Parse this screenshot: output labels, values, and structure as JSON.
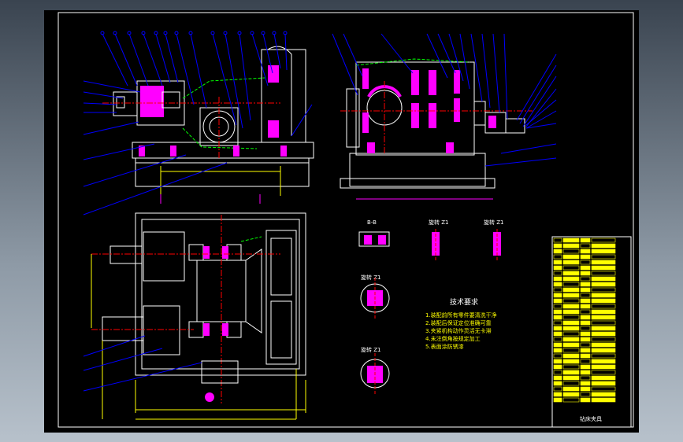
{
  "drawing": {
    "section_label": "B-B",
    "rotated_view_label": "旋转 Z1",
    "view_label_a": "旋转 Z1",
    "view_label_b": "旋转 Z1",
    "view_label_c": "旋转 Z1",
    "tech_title": "技术要求",
    "tech_lines": [
      "1.装配前所有零件要清洗干净",
      "2.装配后保证定位准确可靠",
      "3.夹紧机构动作灵活无卡滞",
      "4.未注倒角按规定加工",
      "5.表面涂防锈漆"
    ],
    "title_block": {
      "rows": 30,
      "caption": "钻床夹具"
    }
  },
  "colors": {
    "frame": "#ffffff",
    "outline": "#ffffff",
    "hatch": "#ff00ff",
    "center": "#ff0000",
    "dim": "#ffff00",
    "leader": "#0000ff",
    "hidden": "#00ff00",
    "fill_table": "#ffff00"
  }
}
